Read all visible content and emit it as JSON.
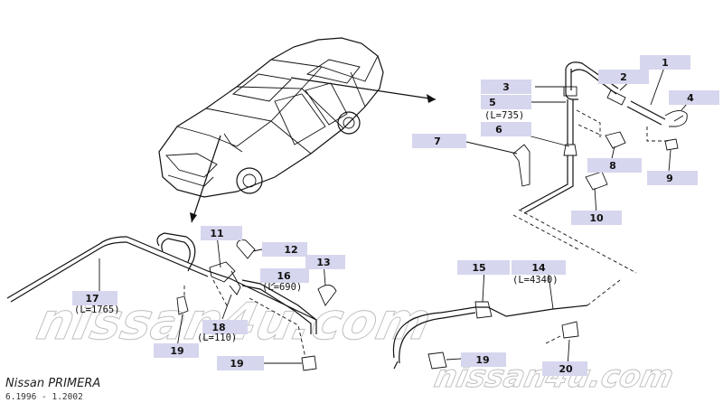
{
  "footer": {
    "model": "Nissan PRIMERA",
    "period": "6.1996  -  1.2002"
  },
  "watermarks": [
    "nissan4u.com",
    "nissan4u.com"
  ],
  "parts": [
    {
      "ref": "1"
    },
    {
      "ref": "2"
    },
    {
      "ref": "3"
    },
    {
      "ref": "4"
    },
    {
      "ref": "5",
      "length": "(L=735)"
    },
    {
      "ref": "6"
    },
    {
      "ref": "7"
    },
    {
      "ref": "8"
    },
    {
      "ref": "9"
    },
    {
      "ref": "10"
    },
    {
      "ref": "11"
    },
    {
      "ref": "12"
    },
    {
      "ref": "13"
    },
    {
      "ref": "14",
      "length": "(L=4340)"
    },
    {
      "ref": "15"
    },
    {
      "ref": "16",
      "length": "(L=690)"
    },
    {
      "ref": "17",
      "length": "(L=1765)"
    },
    {
      "ref": "18",
      "length": "(L=110)"
    },
    {
      "ref": "19"
    },
    {
      "ref": "19"
    },
    {
      "ref": "19"
    },
    {
      "ref": "20"
    }
  ]
}
